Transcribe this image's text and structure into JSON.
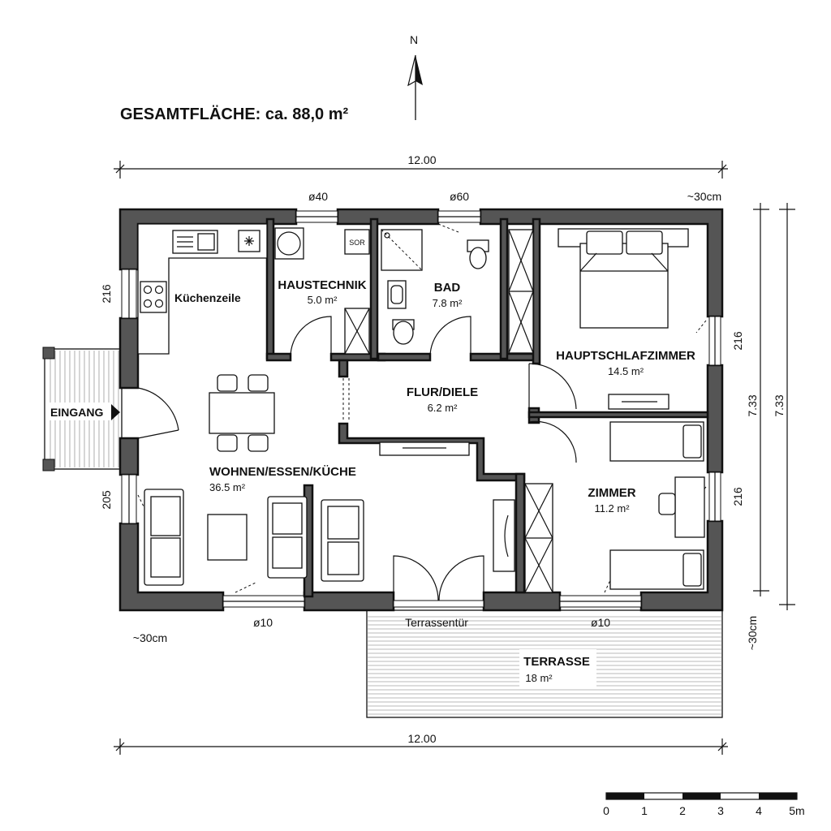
{
  "title": "GESAMTFLÄCHE: ca. 88,0 m²",
  "north": "N",
  "rooms": {
    "haustechnik": {
      "name": "HAUSTECHNIK",
      "area": "5.0 m²"
    },
    "bad": {
      "name": "BAD",
      "area": "7.8 m²"
    },
    "hauptschlafzimmer": {
      "name": "HAUPTSCHLAFZIMMER",
      "area": "14.5 m²"
    },
    "flur": {
      "name": "FLUR/DIELE",
      "area": "6.2 m²"
    },
    "wohnen": {
      "name": "WOHNEN/ESSEN/KÜCHE",
      "area": "36.5 m²"
    },
    "zimmer": {
      "name": "ZIMMER",
      "area": "11.2 m²"
    },
    "terrasse": {
      "name": "TERRASSE",
      "area": "18 m²"
    }
  },
  "labels": {
    "kuechenzeile": "Küchenzeile",
    "eingang": "EINGANG",
    "terrassentuer": "Terrassentür",
    "sor": "SOR"
  },
  "dimensions": {
    "width_top": "12.00",
    "width_bottom": "12.00",
    "height_inner": "7.33",
    "height_outer": "7.33",
    "wall_top": "~30cm",
    "wall_bottom_left": "~30cm",
    "wall_right": "~30cm",
    "win_top_left": "ø40",
    "win_top_mid": "ø60",
    "win_bottom_left": "ø10",
    "win_bottom_right": "ø10",
    "left_upper": "216",
    "left_lower": "205",
    "right_upper": "216",
    "right_lower": "216"
  },
  "scale": {
    "ticks": [
      "0",
      "1",
      "2",
      "3",
      "4",
      "5m"
    ]
  }
}
